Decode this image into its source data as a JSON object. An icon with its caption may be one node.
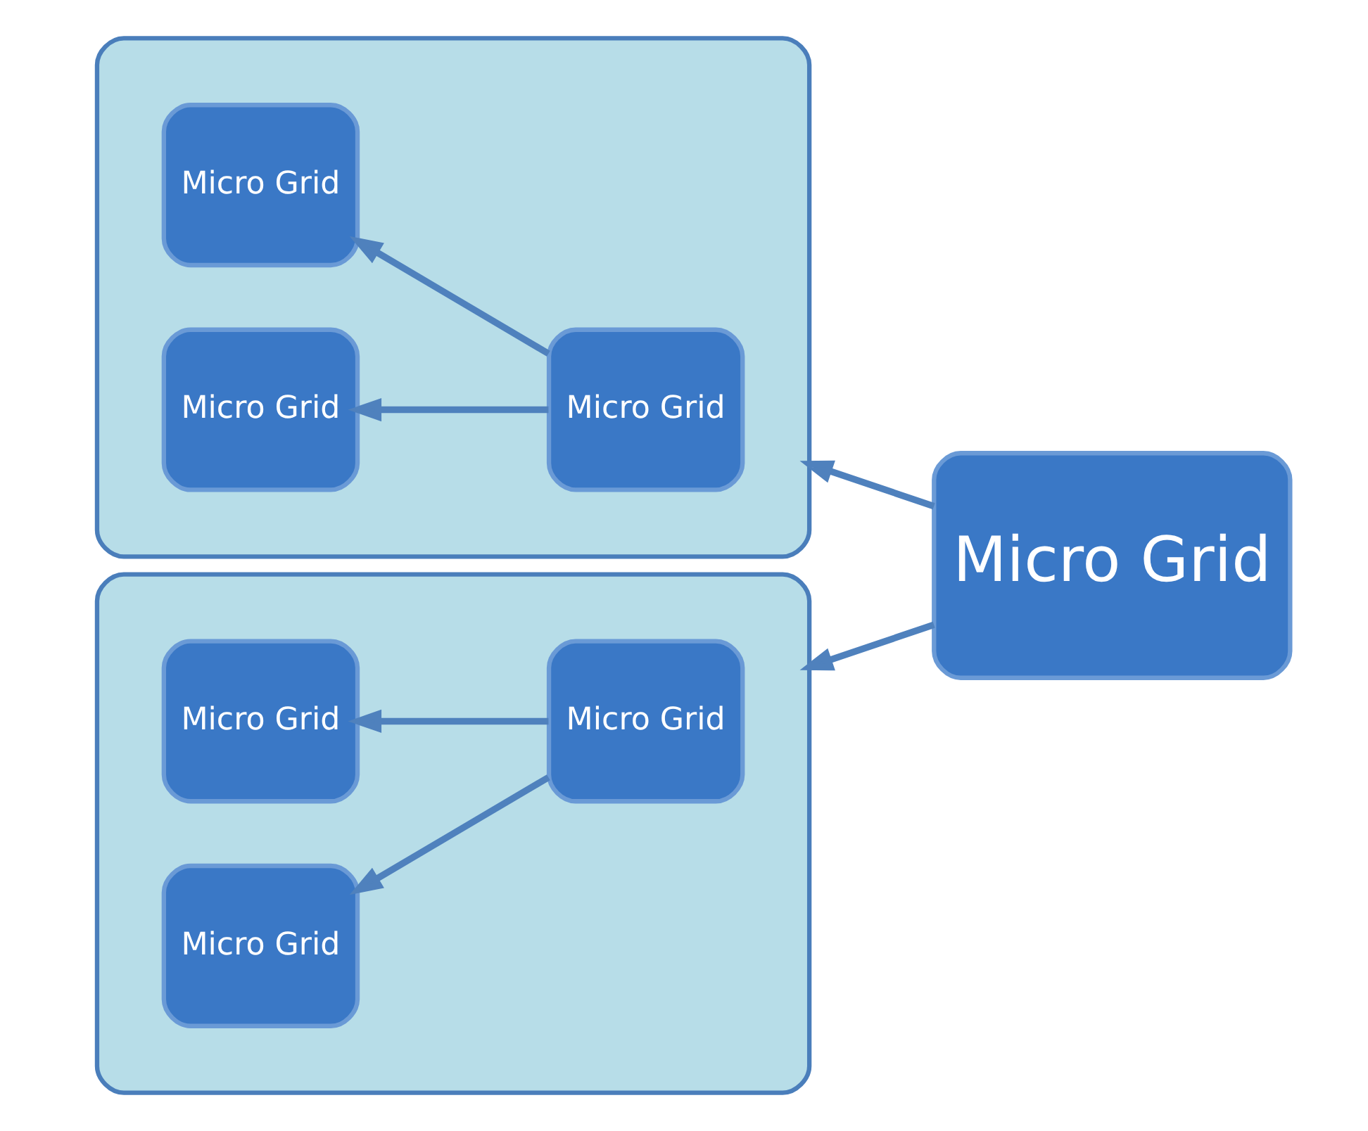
{
  "diagram": {
    "nodes": [
      {
        "text": [],
        "shape": "ellipse"
      },
      {
        "text": [
          "Micro Grid"
        ],
        "in": 0
      },
      {
        "text": [
          "Micro Grid"
        ],
        "in": 0
      },
      {
        "text": [
          "Micro Grid"
        ],
        "in": 0
      },
      {
        "text": [],
        "shape": "ellipse"
      },
      {
        "text": [
          "Micro Grid"
        ],
        "in": 4
      },
      {
        "text": [
          "Micro Grid"
        ],
        "in": 4
      },
      {
        "text": [
          "Micro Grid"
        ],
        "in": 4
      },
      {
        "text": [
          "Micro Grid"
        ]
      }
    ],
    "edges": [
      {
        "from": 3,
        "to": 1,
        "arrow": "to"
      },
      {
        "from": 3,
        "to": 2,
        "arrow": "to"
      },
      {
        "from": 7,
        "to": 5,
        "arrow": "to"
      },
      {
        "from": 7,
        "to": 6,
        "arrow": "to"
      },
      {
        "from": 8,
        "to": 0,
        "arrow": "to"
      },
      {
        "from": 8,
        "to": 4,
        "arrow": "to"
      }
    ]
  }
}
